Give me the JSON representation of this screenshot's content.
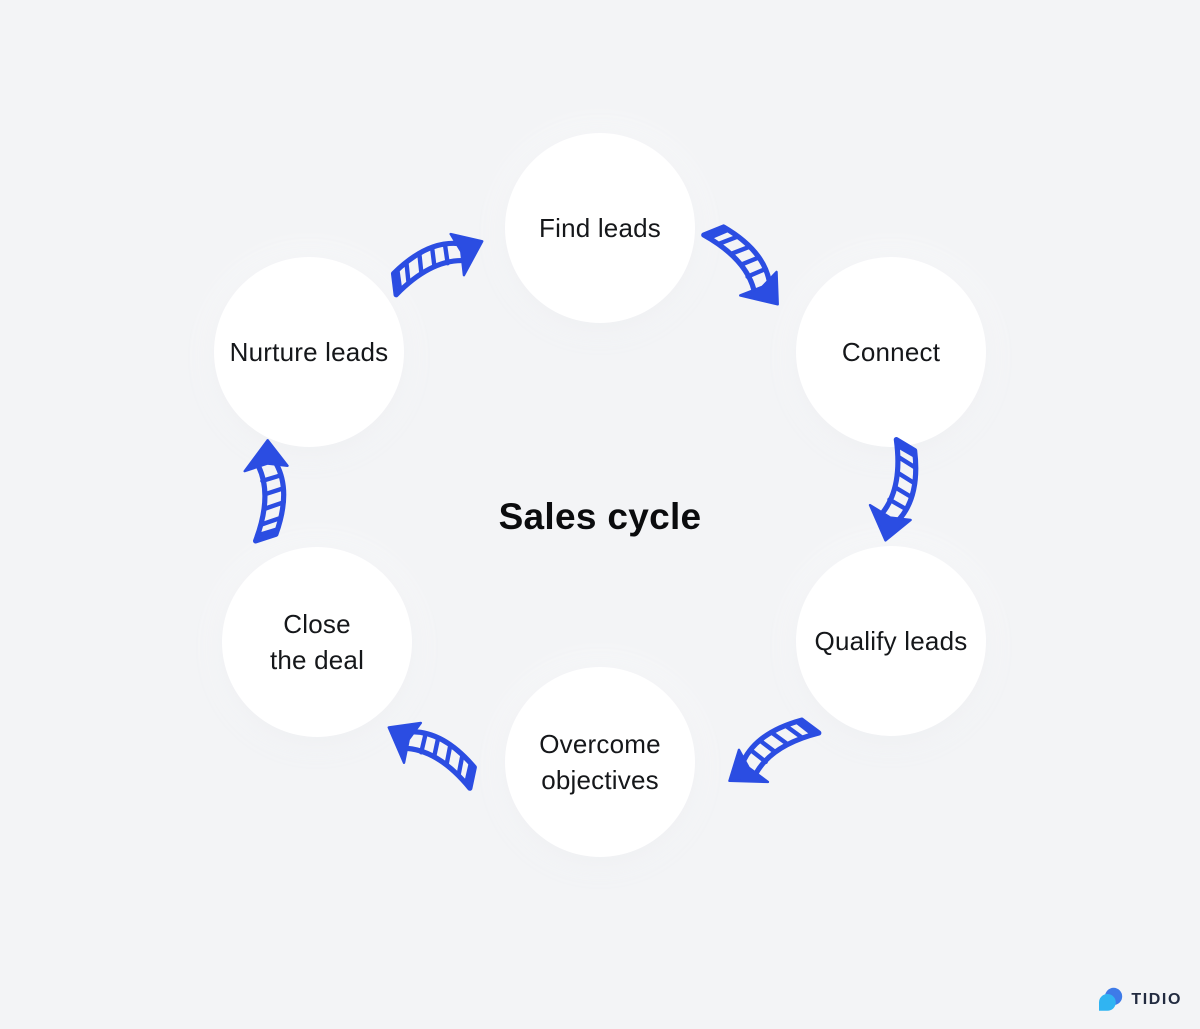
{
  "title": "Sales cycle",
  "nodes": [
    {
      "id": "find-leads",
      "label": "Find leads",
      "lines": [
        "Find leads"
      ]
    },
    {
      "id": "connect",
      "label": "Connect",
      "lines": [
        "Connect"
      ]
    },
    {
      "id": "qualify-leads",
      "label": "Qualify leads",
      "lines": [
        "Qualify leads"
      ]
    },
    {
      "id": "overcome-objectives",
      "label": "Overcome objectives",
      "lines": [
        "Overcome",
        "objectives"
      ]
    },
    {
      "id": "close-the-deal",
      "label": "Close the deal",
      "lines": [
        "Close",
        "the deal"
      ]
    },
    {
      "id": "nurture-leads",
      "label": "Nurture leads",
      "lines": [
        "Nurture leads"
      ]
    }
  ],
  "flow_order": [
    "Find leads",
    "Connect",
    "Qualify leads",
    "Overcome objectives",
    "Close the deal",
    "Nurture leads"
  ],
  "arrows": [
    "nurture-leads-to-find-leads",
    "find-leads-to-connect",
    "connect-to-qualify-leads",
    "qualify-leads-to-overcome-objectives",
    "overcome-objectives-to-close-the-deal",
    "close-the-deal-to-nurture-leads"
  ],
  "colors": {
    "background": "#f3f4f6",
    "node_fill": "#ffffff",
    "arrow_blue": "#2b4de2",
    "text_dark": "#15171a",
    "logo_navy": "#222b40",
    "logo_blue_dark": "#3e7be8",
    "logo_blue_light": "#30b4f2"
  },
  "logo": {
    "brand": "TIDIO"
  }
}
